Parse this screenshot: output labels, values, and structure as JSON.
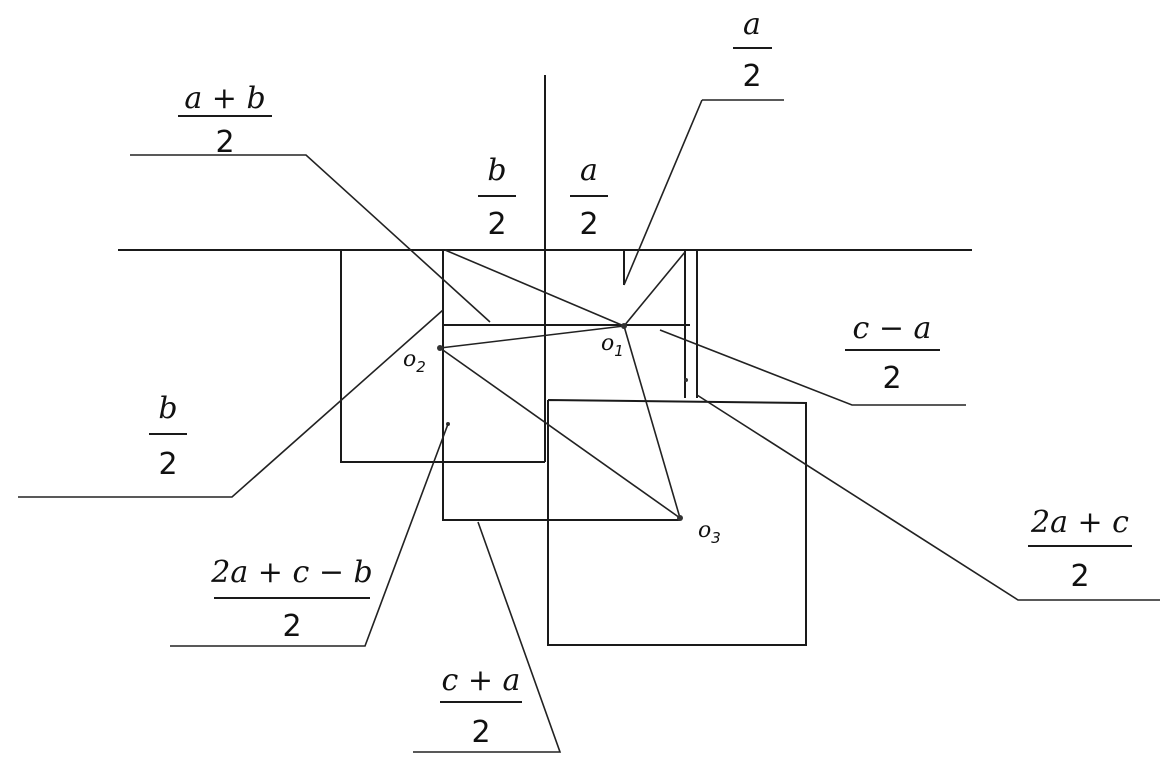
{
  "labels": {
    "a_plus_b_half": {
      "num": "a + b",
      "den": "2"
    },
    "a_half_top": {
      "num": "a",
      "den": "2"
    },
    "b_half_top": {
      "num": "b",
      "den": "2"
    },
    "a_half_mid": {
      "num": "a",
      "den": "2"
    },
    "c_minus_a_half": {
      "num": "c − a",
      "den": "2"
    },
    "b_half_left": {
      "num": "b",
      "den": "2"
    },
    "two_a_plus_c_half": {
      "num": "2a + c",
      "den": "2"
    },
    "two_a_plus_c_minus_b_half": {
      "num": "2a + c − b",
      "den": "2"
    },
    "c_plus_a_half": {
      "num": "c + a",
      "den": "2"
    }
  },
  "points": {
    "o1": {
      "letter": "o",
      "sub": "1"
    },
    "o2": {
      "letter": "o",
      "sub": "2"
    },
    "o3": {
      "letter": "o",
      "sub": "3"
    }
  }
}
